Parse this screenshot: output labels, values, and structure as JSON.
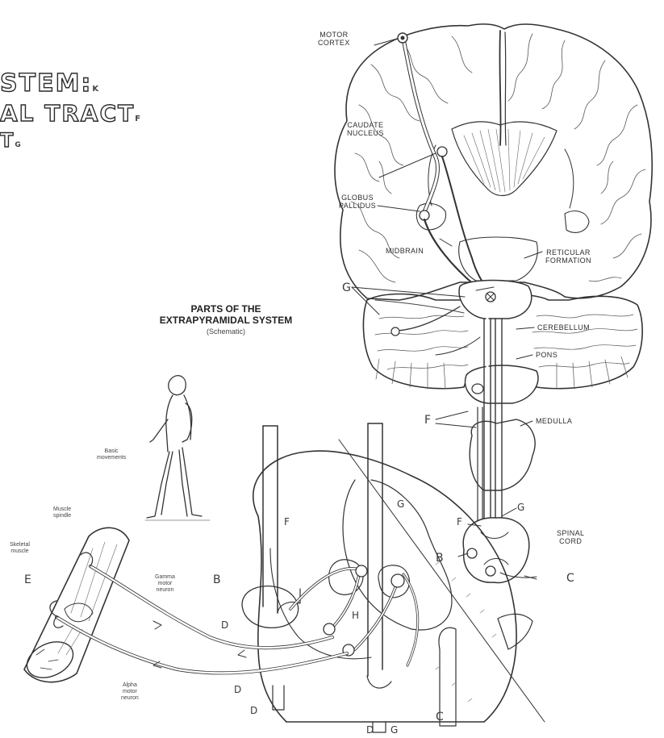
{
  "title_fragments": {
    "line1": "STEM:",
    "line1_mark": "K",
    "line2": "AL TRACT",
    "line2_mark": "F",
    "line3": "T",
    "line3_mark": "G"
  },
  "heading": {
    "line1": "PARTS OF THE",
    "line2": "EXTRAPYRAMIDAL SYSTEM",
    "line3": "(Schematic)"
  },
  "brain_labels": {
    "motor_cortex": [
      "MOTOR",
      "CORTEX"
    ],
    "caudate_nucleus": [
      "CAUDATE",
      "NUCLEUS"
    ],
    "globus_pallidus": [
      "GLOBUS",
      "PALLIDUS"
    ],
    "midbrain": "MIDBRAIN",
    "reticular_formation": [
      "RETICULAR",
      "FORMATION"
    ],
    "cerebellum": "CEREBELLUM",
    "pons": "PONS",
    "medulla": "MEDULLA",
    "spinal_cord": [
      "SPINAL",
      "CORD"
    ]
  },
  "body_labels": {
    "basic_movements": [
      "Basic",
      "movements"
    ],
    "muscle_spindle": [
      "Muscle",
      "spindle"
    ],
    "skeletal_muscle": [
      "Skeletal",
      "muscle"
    ],
    "gamma_motor_neuron": [
      "Gamma",
      "motor",
      "neuron"
    ],
    "alpha_motor_neuron": [
      "Alpha",
      "motor",
      "neuron"
    ]
  },
  "letters": {
    "G_brain": "G",
    "F_brain": "F",
    "B_cord": "B",
    "F_cord": "F",
    "G_cord": "G",
    "C_cord": "C",
    "E_muscle": "E",
    "B_section": "B",
    "F_section": "F",
    "G_section": "G",
    "D_section": "D",
    "H_section": "H",
    "D_lower": "D",
    "D_bottom": "D",
    "C_bottom": "C",
    "D_ventral": "D",
    "G_ventral": "G"
  }
}
